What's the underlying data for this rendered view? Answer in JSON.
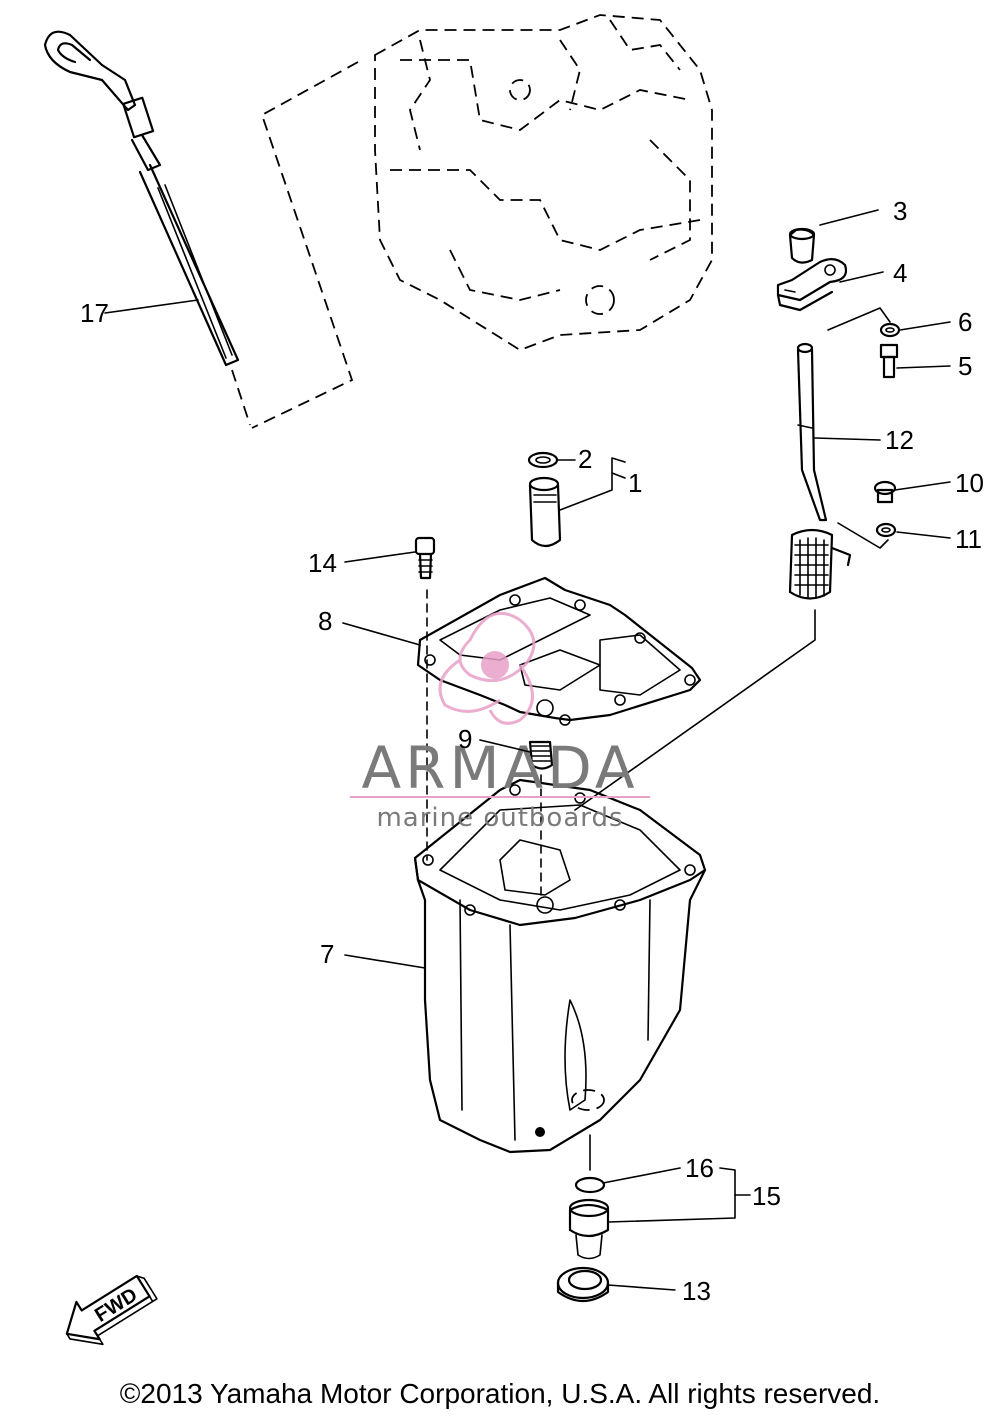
{
  "labels": {
    "p1": "1",
    "p2": "2",
    "p3": "3",
    "p4": "4",
    "p5": "5",
    "p6": "6",
    "p7": "7",
    "p8": "8",
    "p9": "9",
    "p10": "10",
    "p11": "11",
    "p12": "12",
    "p13": "13",
    "p14": "14",
    "p15": "15",
    "p16": "16",
    "p17": "17"
  },
  "fwd_label": "FWD",
  "watermark": {
    "name": "ARMADA",
    "tagline": "marine outboards"
  },
  "copyright": "©2013 Yamaha Motor Corporation, U.S.A. All rights reserved."
}
